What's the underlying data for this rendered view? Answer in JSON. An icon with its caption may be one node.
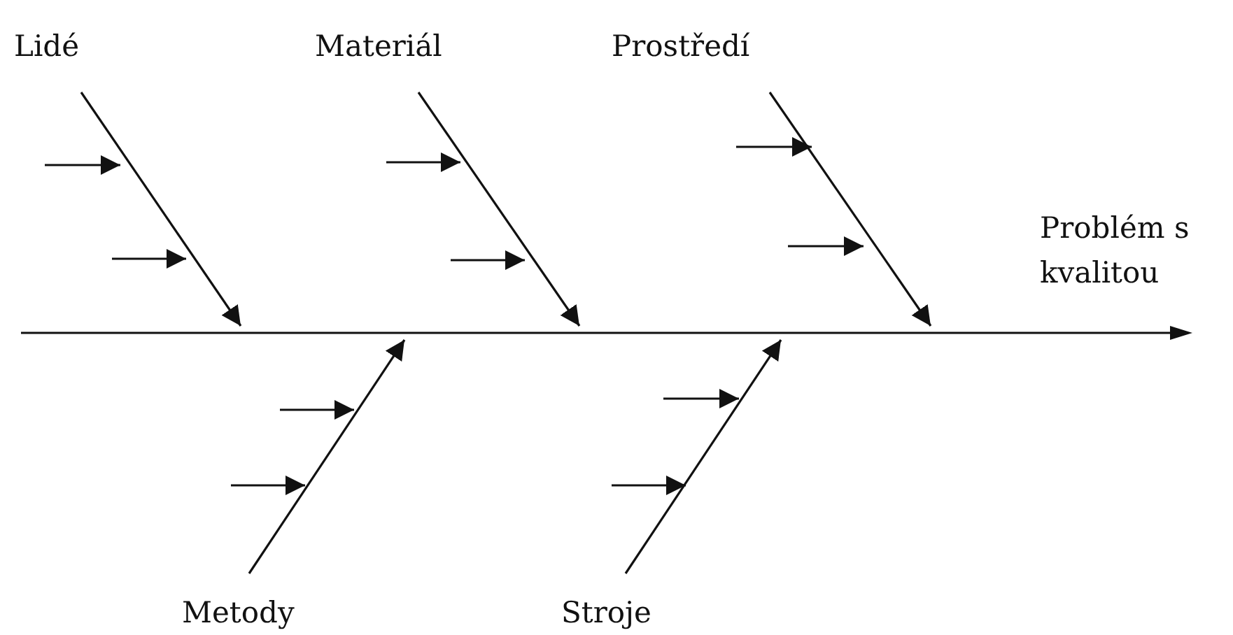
{
  "diagram": {
    "nodes": [
      {
        "text": [
          "Lidé"
        ]
      },
      {
        "text": [
          "Materiál"
        ]
      },
      {
        "text": [
          "Prostředí"
        ]
      },
      {
        "text": [],
        "shape": "arrow"
      },
      {
        "text": [
          "Metody"
        ]
      },
      {
        "text": [
          "Stroje"
        ]
      }
    ],
    "edges": [
      {
        "from": 0,
        "to": 3,
        "arrow": "to"
      },
      {
        "from": 1,
        "to": 3,
        "arrow": "to"
      },
      {
        "from": 2,
        "to": 3,
        "arrow": "to"
      },
      {
        "from": 4,
        "to": 3,
        "arrow": "to"
      },
      {
        "from": 5,
        "to": 3,
        "arrow": "to"
      }
    ],
    "labels": [
      "Problém s kvalitou"
    ]
  }
}
